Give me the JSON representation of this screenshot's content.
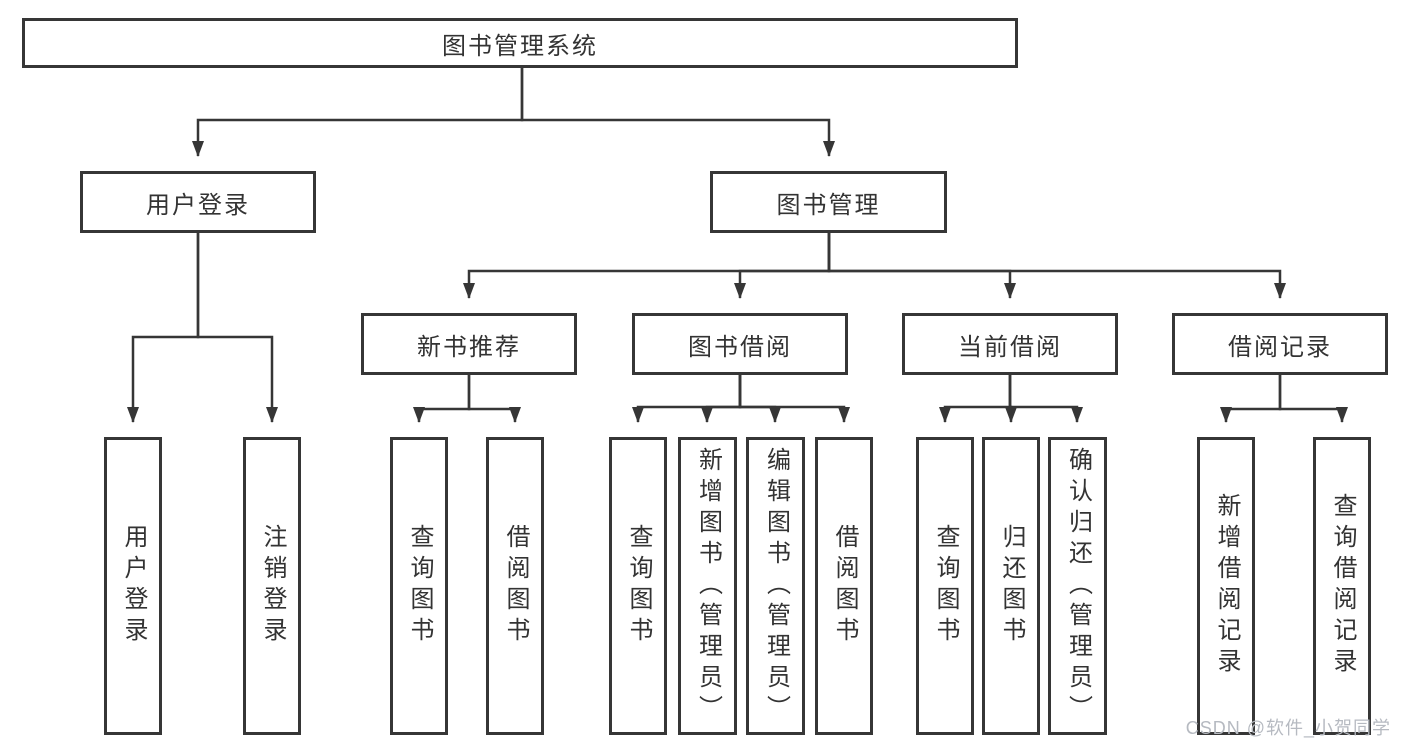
{
  "diagram": {
    "root": {
      "label": "图书管理系统"
    },
    "level2": {
      "user_login": {
        "label": "用户登录"
      },
      "book_mgmt": {
        "label": "图书管理"
      }
    },
    "level3": {
      "new_book_rec": {
        "label": "新书推荐"
      },
      "book_borrow": {
        "label": "图书借阅"
      },
      "current_borrow": {
        "label": "当前借阅"
      },
      "borrow_records": {
        "label": "借阅记录"
      }
    },
    "leaves": {
      "user_login_leaf": {
        "label": "用户登录"
      },
      "logout": {
        "label": "注销登录"
      },
      "query_books_rec": {
        "label": "查询图书"
      },
      "borrow_books_rec": {
        "label": "借阅图书"
      },
      "query_books_borrow": {
        "label": "查询图书"
      },
      "add_book_admin": {
        "label": "新增图书（管理员）"
      },
      "edit_book_admin": {
        "label": "编辑图书（管理员）"
      },
      "borrow_books_borrow": {
        "label": "借阅图书"
      },
      "query_books_current": {
        "label": "查询图书"
      },
      "return_books": {
        "label": "归还图书"
      },
      "confirm_return_admin": {
        "label": "确认归还（管理员）"
      },
      "add_borrow_record": {
        "label": "新增借阅记录"
      },
      "query_borrow_record": {
        "label": "查询借阅记录"
      }
    }
  },
  "watermark": {
    "text": "CSDN @软件_小贺同学"
  },
  "colors": {
    "line": "#363636",
    "box_border": "#363636",
    "text": "#333333",
    "watermark": "#b6bac1",
    "background": "#ffffff"
  }
}
